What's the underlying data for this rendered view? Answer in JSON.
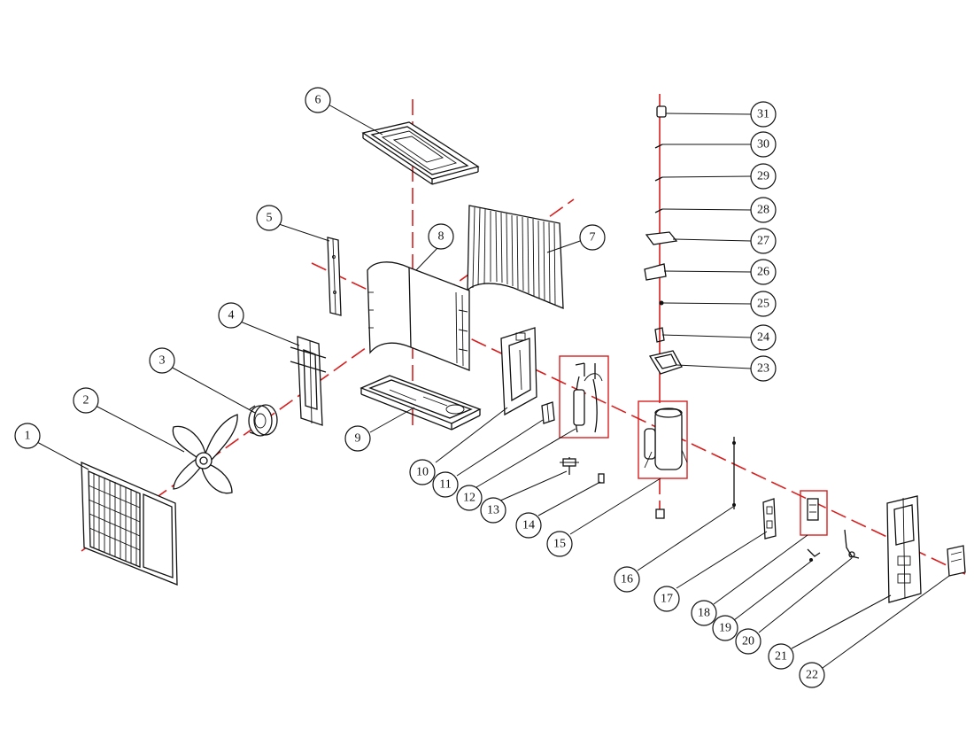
{
  "diagram": {
    "type": "exploded-parts-view",
    "axis_color": "#d81e1e",
    "line_color": "#111111",
    "callouts": [
      "1",
      "2",
      "3",
      "4",
      "5",
      "6",
      "7",
      "8",
      "9",
      "10",
      "11",
      "12",
      "13",
      "14",
      "15",
      "16",
      "17",
      "18",
      "19",
      "20",
      "21",
      "22",
      "23",
      "24",
      "25",
      "26",
      "27",
      "28",
      "29",
      "30",
      "31"
    ]
  }
}
